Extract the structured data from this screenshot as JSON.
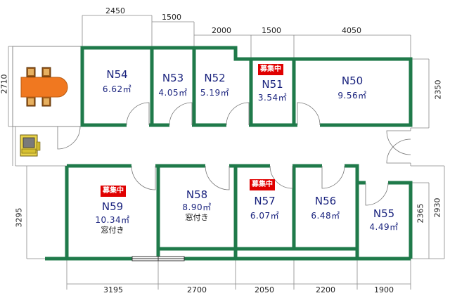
{
  "rooms": {
    "n54": {
      "id": "N54",
      "area": "6.62㎡"
    },
    "n53": {
      "id": "N53",
      "area": "4.05㎡"
    },
    "n52": {
      "id": "N52",
      "area": "5.19㎡"
    },
    "n51": {
      "id": "N51",
      "area": "3.54㎡",
      "badge": "募集中"
    },
    "n50": {
      "id": "N50",
      "area": "9.56㎡"
    },
    "n59": {
      "id": "N59",
      "area": "10.34㎡",
      "note": "窓付き",
      "badge": "募集中"
    },
    "n58": {
      "id": "N58",
      "area": "8.90㎡",
      "note": "窓付き"
    },
    "n57": {
      "id": "N57",
      "area": "6.07㎡",
      "badge": "募集中"
    },
    "n56": {
      "id": "N56",
      "area": "6.48㎡"
    },
    "n55": {
      "id": "N55",
      "area": "4.49㎡"
    }
  },
  "dimensions": {
    "top_row1": [
      "2450",
      "1500"
    ],
    "top_row2": [
      "2000",
      "1500",
      "4050"
    ],
    "bottom": [
      "3195",
      "2700",
      "2050",
      "2200",
      "1900"
    ],
    "left_top": "2710",
    "left_bottom": "3295",
    "right_top": "2350",
    "right_bottom_inner": "2365",
    "right_bottom_outer": "2930"
  },
  "colors": {
    "wall": "#1f7a4a",
    "label": "#1a237e",
    "badge": "#e00000",
    "table": "#f07820",
    "chair": "#9b5a1a",
    "copier": "#e8d24a"
  }
}
